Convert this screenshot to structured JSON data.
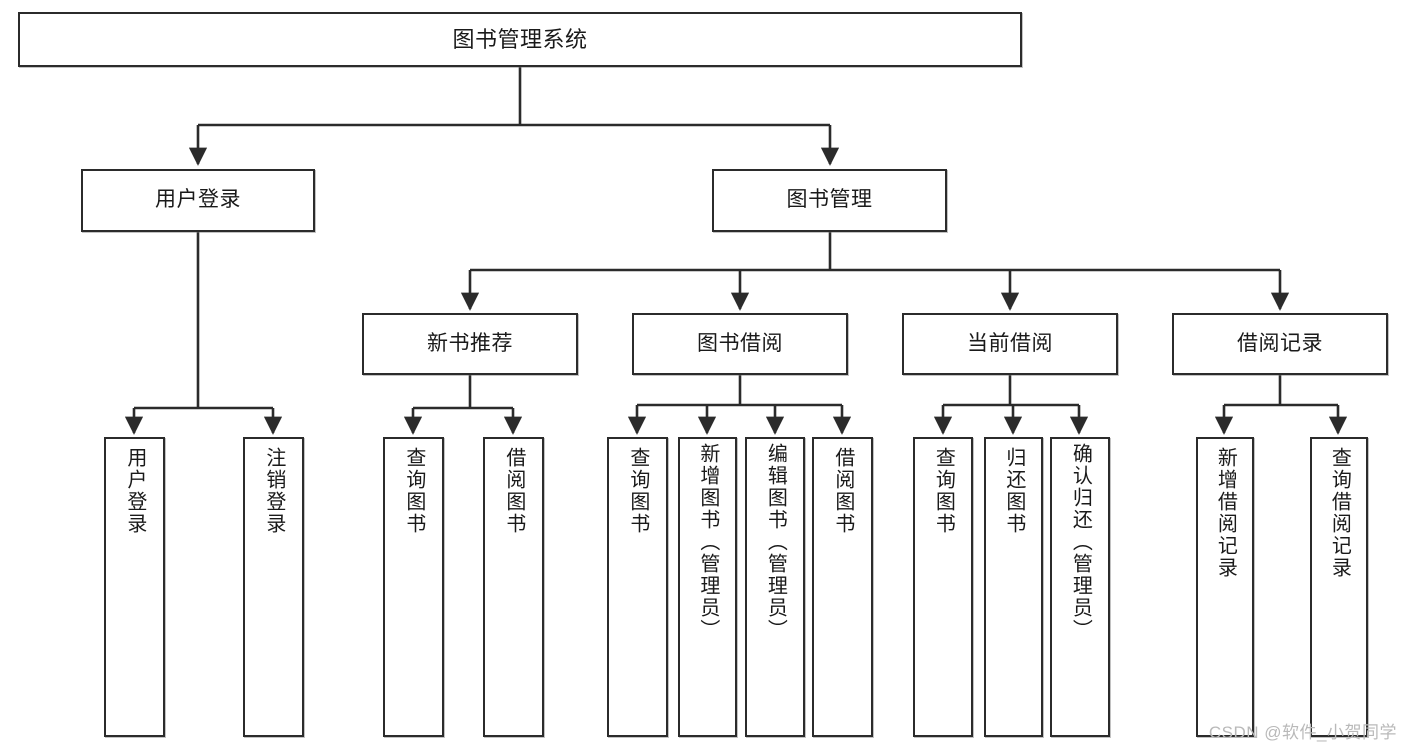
{
  "diagram": {
    "title": "图书管理系统",
    "type": "tree",
    "nodes": {
      "root": {
        "label": "图书管理系统"
      },
      "level2": [
        {
          "id": "user-login",
          "label": "用户登录"
        },
        {
          "id": "book-manage",
          "label": "图书管理"
        }
      ],
      "level3": [
        {
          "id": "new-book-recommend",
          "label": "新书推荐"
        },
        {
          "id": "book-borrow",
          "label": "图书借阅"
        },
        {
          "id": "current-borrow",
          "label": "当前借阅"
        },
        {
          "id": "borrow-record",
          "label": "借阅记录"
        }
      ],
      "leaves": {
        "user_login": [
          {
            "id": "leaf-user-login",
            "label": "用户登录"
          },
          {
            "id": "leaf-logout-login",
            "label": "注销登录"
          }
        ],
        "new_book_recommend": [
          {
            "id": "leaf-query-book-1",
            "label": "查询图书"
          },
          {
            "id": "leaf-borrow-book-1",
            "label": "借阅图书"
          }
        ],
        "book_borrow": [
          {
            "id": "leaf-query-book-2",
            "label": "查询图书"
          },
          {
            "id": "leaf-add-book",
            "label": "新增图书（管理员）"
          },
          {
            "id": "leaf-edit-book",
            "label": "编辑图书（管理员）"
          },
          {
            "id": "leaf-borrow-book-2",
            "label": "借阅图书"
          }
        ],
        "current_borrow": [
          {
            "id": "leaf-query-book-3",
            "label": "查询图书"
          },
          {
            "id": "leaf-return-book",
            "label": "归还图书"
          },
          {
            "id": "leaf-confirm-return",
            "label": "确认归还（管理员）"
          }
        ],
        "borrow_record": [
          {
            "id": "leaf-add-record",
            "label": "新增借阅记录"
          },
          {
            "id": "leaf-query-record",
            "label": "查询借阅记录"
          }
        ]
      }
    },
    "colors": {
      "border": "#2b2b2b",
      "background": "#ffffff",
      "text": "#1a1a1a",
      "connector": "#2b2b2b",
      "watermark": "#b9b9b9"
    }
  },
  "watermark": {
    "text": "CSDN @软件_小贺同学"
  }
}
